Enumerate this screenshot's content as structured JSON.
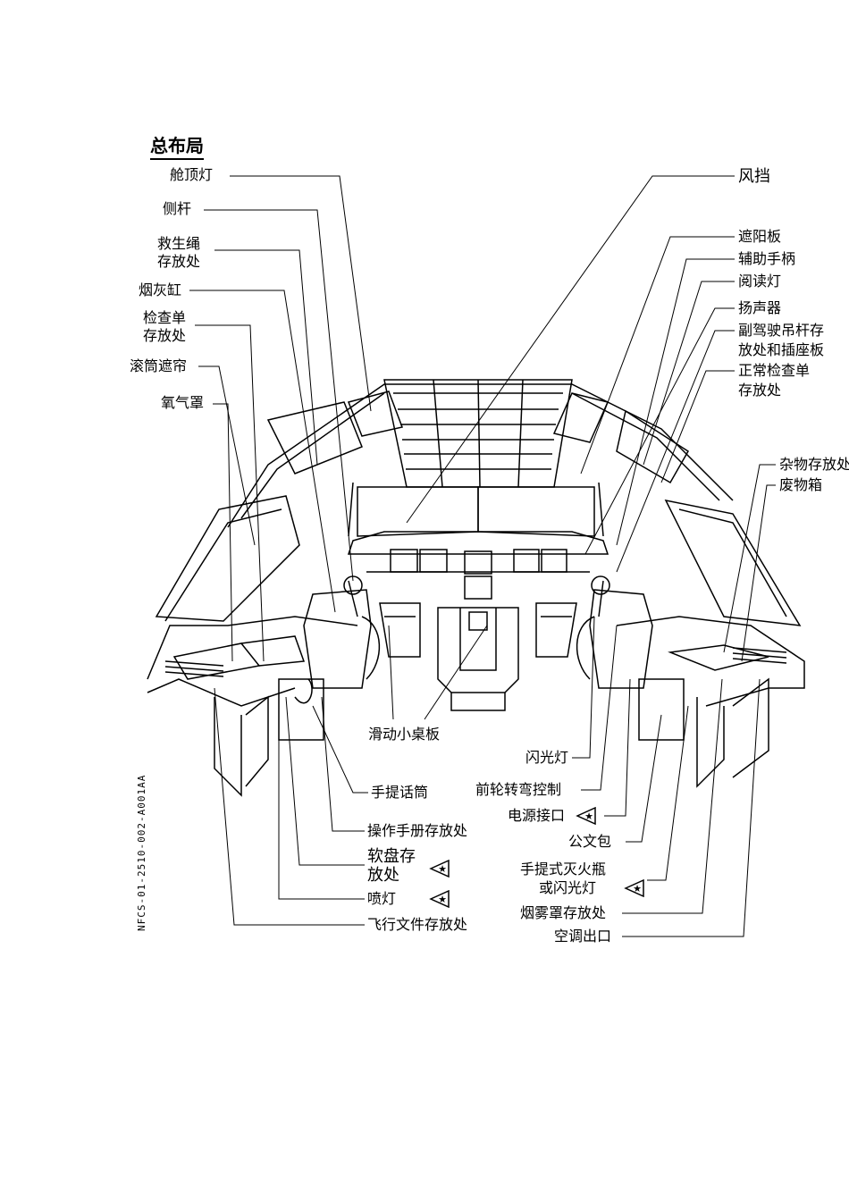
{
  "title": "总布局",
  "doc_id": "NFCS-01-2510-002-A001AA",
  "labels": {
    "cabin_light": "舱顶灯",
    "side_stick": "侧杆",
    "escape_rope_l1": "救生绳",
    "escape_rope_l2": "存放处",
    "ashtray": "烟灰缸",
    "checklist_l1": "检查单",
    "checklist_l2": "存放处",
    "roller_blind": "滚筒遮帘",
    "oxygen_mask": "氧气罩",
    "windshield": "风挡",
    "sun_visor": "遮阳板",
    "assist_handle": "辅助手柄",
    "reading_light": "阅读灯",
    "speaker": "扬声器",
    "fo_hanger_l1": "副驾驶吊杆存",
    "fo_hanger_l2": "放处和插座板",
    "normal_checklist_l1": "正常检查单",
    "normal_checklist_l2": "存放处",
    "misc_storage": "杂物存放处",
    "waste_bin": "废物箱",
    "sliding_table": "滑动小桌板",
    "flashlight": "闪光灯",
    "handset": "手提话筒",
    "nosewheel_steering": "前轮转弯控制",
    "power_socket": "电源接口",
    "manual_storage": "操作手册存放处",
    "briefcase": "公文包",
    "floppy_l1": "软盘存",
    "floppy_l2": "放处",
    "extinguisher_l1": "手提式灭火瓶",
    "extinguisher_l2": "或闪光灯",
    "spray_light": "喷灯",
    "smoke_hood": "烟雾罩存放处",
    "flight_docs": "飞行文件存放处",
    "air_outlet": "空调出口"
  },
  "icons": [
    "star-triangle-icon"
  ],
  "colors": {
    "ink": "#000000",
    "paper": "#ffffff"
  }
}
